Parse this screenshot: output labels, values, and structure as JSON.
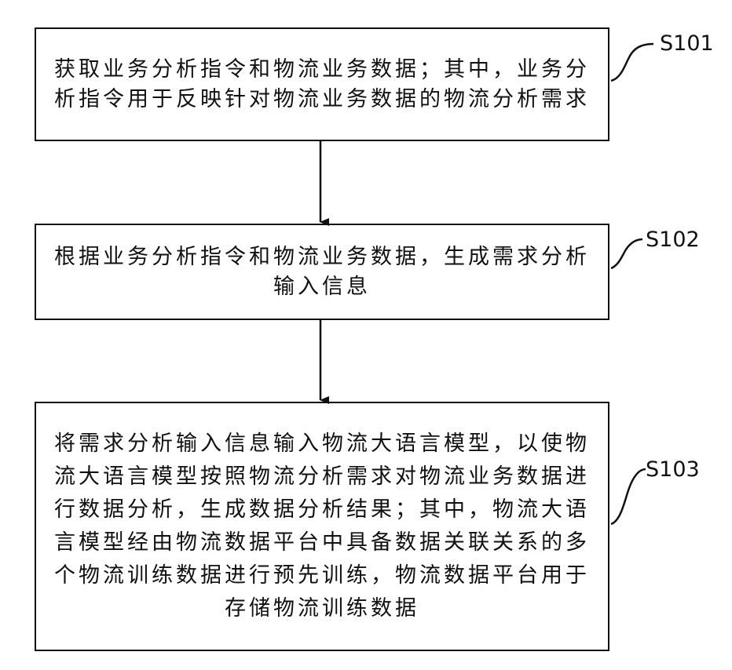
{
  "steps": [
    {
      "id": "S101",
      "text": "获取业务分析指令和物流业务数据；其中，业务分析指令用于反映针对物流业务数据的物流分析需求"
    },
    {
      "id": "S102",
      "text": "根据业务分析指令和物流业务数据，生成需求分析输入信息"
    },
    {
      "id": "S103",
      "text": "将需求分析输入信息输入物流大语言模型，以使物流大语言模型按照物流分析需求对物流业务数据进行数据分析，生成数据分析结果；其中，物流大语言模型经由物流数据平台中具备数据关联关系的多个物流训练数据进行预先训练，物流数据平台用于存储物流训练数据"
    }
  ]
}
